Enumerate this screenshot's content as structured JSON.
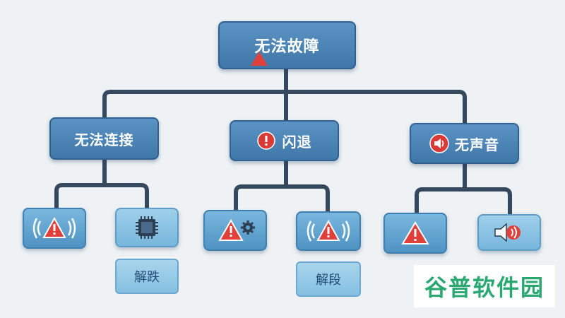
{
  "root": {
    "label": "无法故障",
    "icon": "warning-icon"
  },
  "branches": [
    {
      "label": "无法连接",
      "children": [
        {
          "icon": "signal-warning-icon"
        },
        {
          "icon": "chip-icon",
          "tag": "解跌"
        }
      ]
    },
    {
      "label": "闪退",
      "icon": "exclamation-icon",
      "children": [
        {
          "icon": "warning-gear-icon"
        },
        {
          "icon": "signal-warning-icon",
          "tag": "解段"
        }
      ]
    },
    {
      "label": "无声音",
      "icon": "speaker-icon",
      "children": [
        {
          "icon": "warning-icon"
        },
        {
          "icon": "speaker-icon"
        }
      ]
    }
  ],
  "watermark": "谷普软件园",
  "colors": {
    "node": "#4a84b8",
    "tile": "#5fa3d0",
    "warning": "#e0403a",
    "line": "#34495e"
  }
}
